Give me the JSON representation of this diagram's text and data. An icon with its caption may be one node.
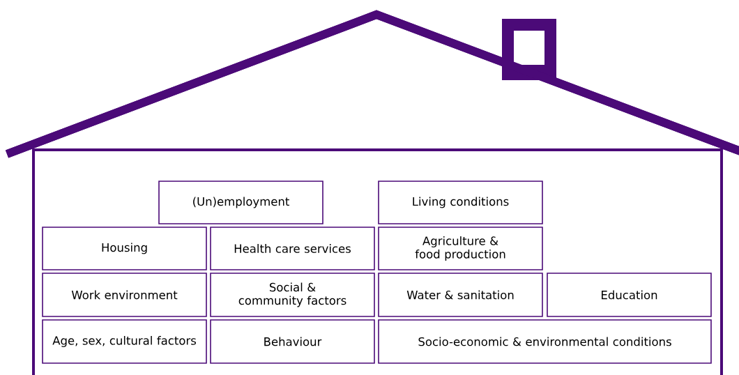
{
  "diagram": {
    "nodes": [
      {
        "text": [
          "(Un)employment"
        ]
      },
      {
        "text": [
          "Living conditions"
        ]
      },
      {
        "text": [
          "Housing"
        ]
      },
      {
        "text": [
          "Health care services"
        ]
      },
      {
        "text": [
          "Agriculture & food production"
        ]
      },
      {
        "text": [
          "Work environment"
        ]
      },
      {
        "text": [
          "Social & community factors"
        ]
      },
      {
        "text": [
          "Water & sanitation"
        ]
      },
      {
        "text": [
          "Education"
        ]
      },
      {
        "text": [
          "Age, sex, cultural factors"
        ]
      },
      {
        "text": [
          "Behaviour"
        ]
      },
      {
        "text": [
          "Socio-economic & environmental conditions"
        ]
      }
    ]
  }
}
